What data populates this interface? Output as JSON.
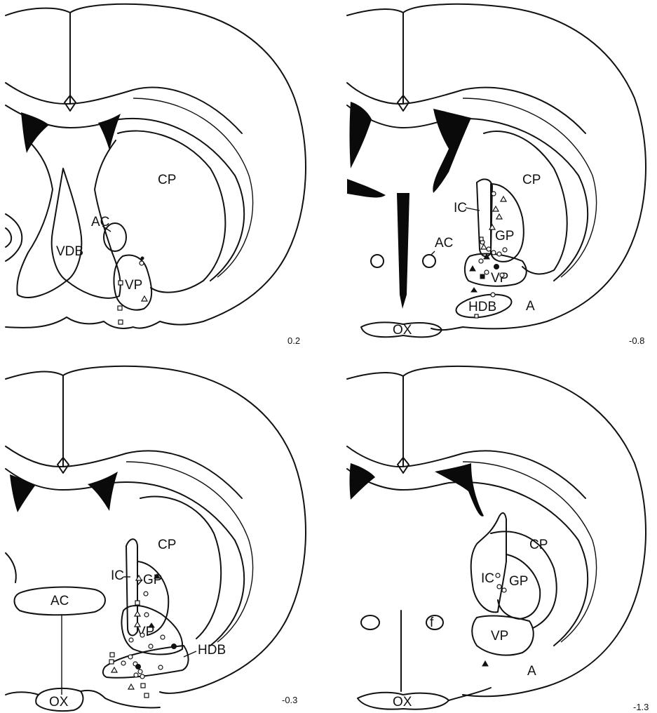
{
  "figure": {
    "panels": [
      {
        "level": "0.2",
        "labels": {
          "cp": "CP",
          "ac": "AC",
          "vdb": "VDB",
          "vp": "VP"
        }
      },
      {
        "level": "-0.8",
        "labels": {
          "cp": "CP",
          "ic": "IC",
          "gp": "GP",
          "ac": "AC",
          "vp": "VP",
          "hdb": "HDB",
          "a": "A",
          "ox": "OX"
        }
      },
      {
        "level": "-0.3",
        "labels": {
          "cp": "CP",
          "ic": "IC",
          "gp": "GP",
          "ac": "AC",
          "vp": "VP",
          "hdb": "HDB",
          "ox": "OX"
        }
      },
      {
        "level": "-1.3",
        "labels": {
          "cp": "CP",
          "ic": "IC",
          "gp": "GP",
          "f": "f",
          "vp": "VP",
          "a": "A",
          "ox": "OX"
        }
      }
    ],
    "marker_types": [
      "open-circle",
      "filled-circle",
      "open-triangle",
      "filled-triangle",
      "open-square",
      "filled-square"
    ]
  }
}
